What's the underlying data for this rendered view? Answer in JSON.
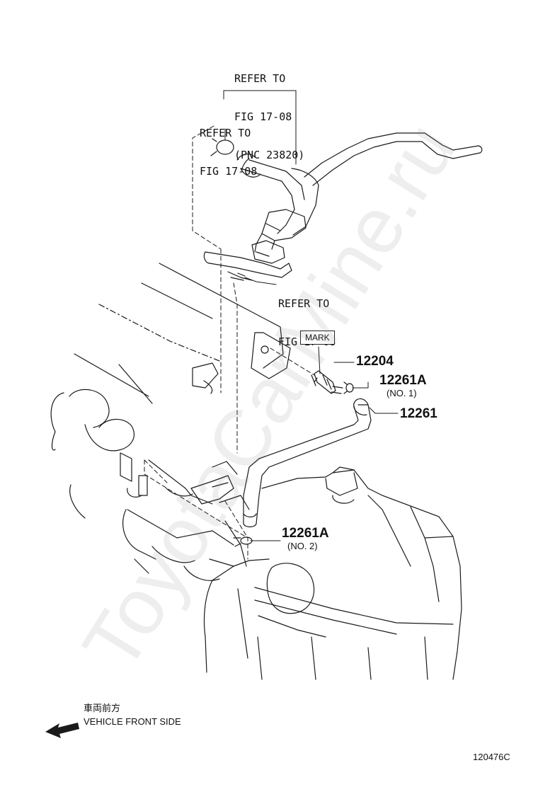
{
  "callouts": {
    "refer_top": [
      "REFER TO",
      "FIG 17-08",
      "(PNC 23820)"
    ],
    "refer_left": [
      "REFER TO",
      "FIG 17-08"
    ],
    "refer_mid": [
      "REFER TO",
      "FIG 17-08"
    ]
  },
  "parts": {
    "mark_label": "MARK",
    "valve": "12204",
    "clamp_no1": "12261A",
    "clamp_no1_note": "(NO. 1)",
    "hose": "12261",
    "clamp_no2": "12261A",
    "clamp_no2_note": "(NO. 2)"
  },
  "direction": {
    "japanese": "車両前方",
    "english": "VEHICLE FRONT SIDE"
  },
  "diagram_id": "120476C",
  "watermark": "ToyotaCarMine.ru",
  "colors": {
    "line": "#1a1a1a",
    "watermark": "#b5b5b5",
    "background": "#ffffff"
  }
}
